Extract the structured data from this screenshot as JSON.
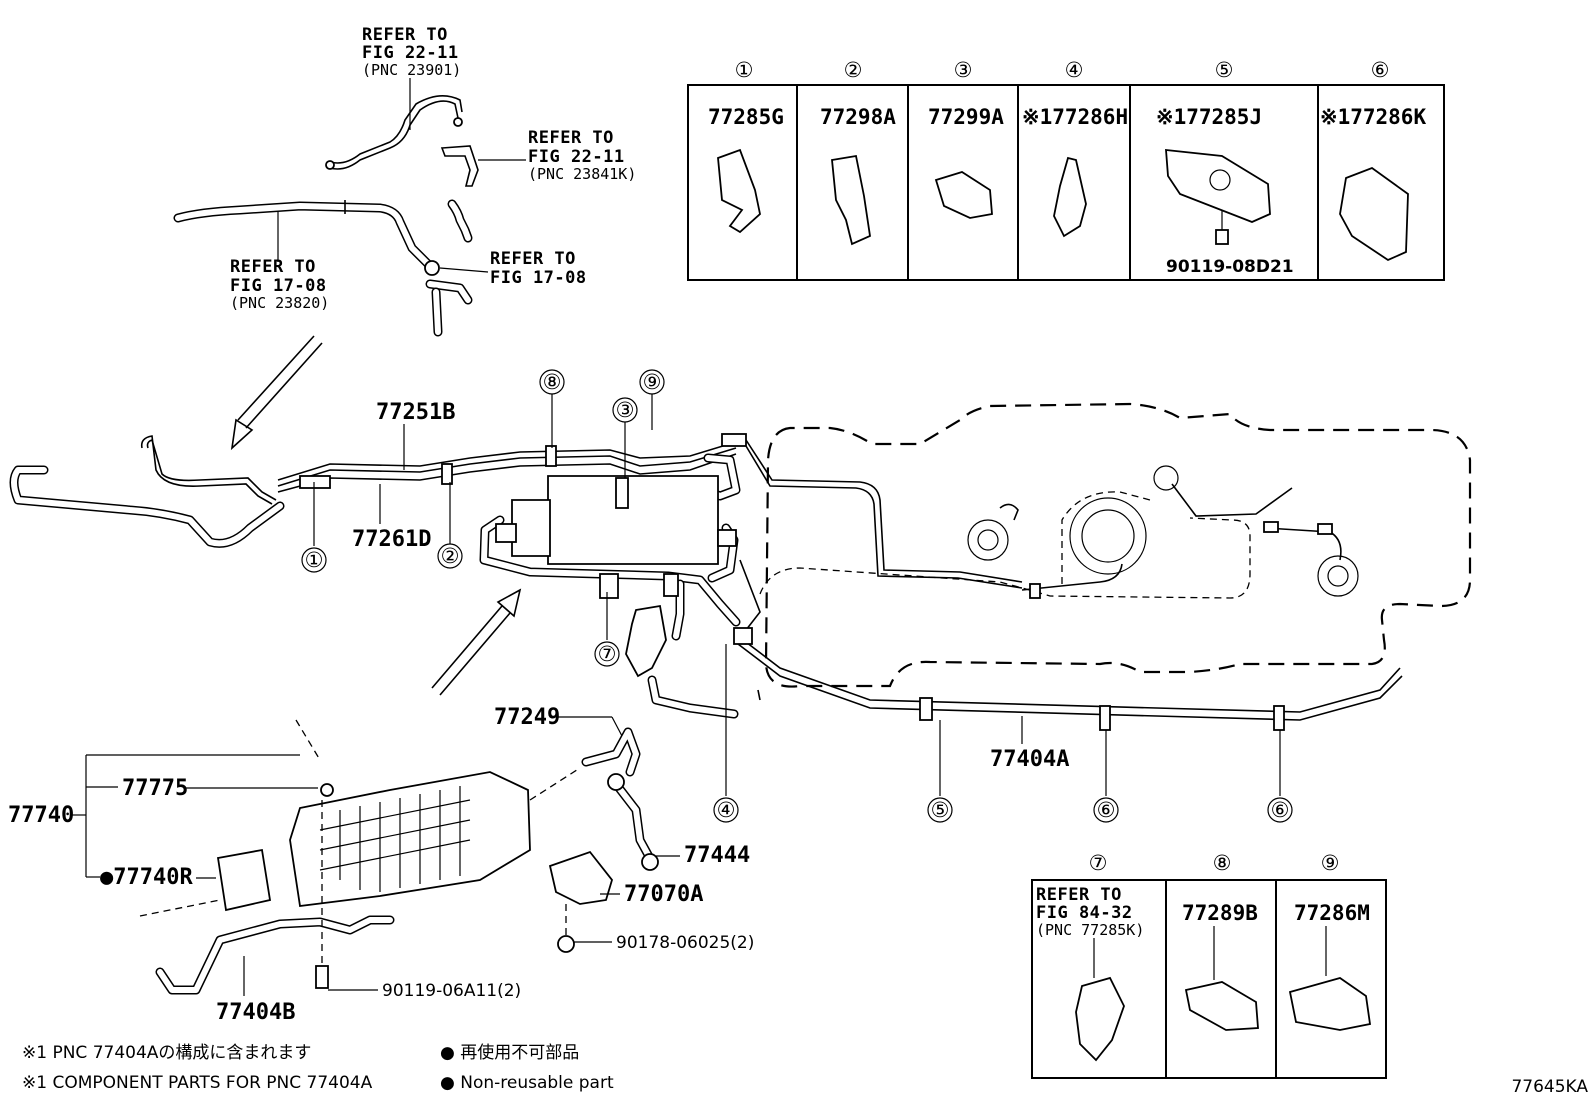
{
  "top_refs": {
    "r1": {
      "line1": "REFER TO",
      "line2": "FIG 22-11",
      "line3": "(PNC 23901)"
    },
    "r2": {
      "line1": "REFER TO",
      "line2": "FIG 22-11",
      "line3": "(PNC 23841K)"
    },
    "r3": {
      "line1": "REFER TO",
      "line2": "FIG 17-08",
      "line3": "(PNC 23820)"
    },
    "r4": {
      "line1": "REFER TO",
      "line2": "FIG 17-08"
    }
  },
  "top_box": {
    "numbers": [
      "①",
      "②",
      "③",
      "④",
      "⑤",
      "⑥"
    ],
    "parts": [
      "77285G",
      "77298A",
      "77299A",
      "※177286H",
      "※177285J",
      "※177286K"
    ],
    "bolt": "90119-08D21"
  },
  "bottom_box": {
    "numbers": [
      "⑦",
      "⑧",
      "⑨"
    ],
    "ref": {
      "line1": "REFER TO",
      "line2": "FIG 84-32",
      "line3": "(PNC 77285K)"
    },
    "parts": [
      "77289B",
      "77286M"
    ]
  },
  "callouts": {
    "c1": "①",
    "c2": "②",
    "c3": "③",
    "c4": "④",
    "c5": "⑤",
    "c6a": "⑥",
    "c6b": "⑥",
    "c7": "⑦",
    "c8": "⑧",
    "c9": "⑨"
  },
  "parts": {
    "p77251B": "77251B",
    "p77261D": "77261D",
    "p77249": "77249",
    "p77740": "77740",
    "p77775": "77775",
    "p77740R": "●77740R",
    "p77444": "77444",
    "p77070A": "77070A",
    "p90178": "90178-06025(2)",
    "p77404B": "77404B",
    "p90119": "90119-06A11(2)",
    "p77404A": "77404A"
  },
  "notes": {
    "n1": "※1 PNC 77404Aの構成に含まれます",
    "n2": "※1 COMPONENT PARTS FOR PNC 77404A",
    "n3": "● 再使用不可部品",
    "n4": "● Non-reusable part"
  },
  "figure_code": "77645KA"
}
